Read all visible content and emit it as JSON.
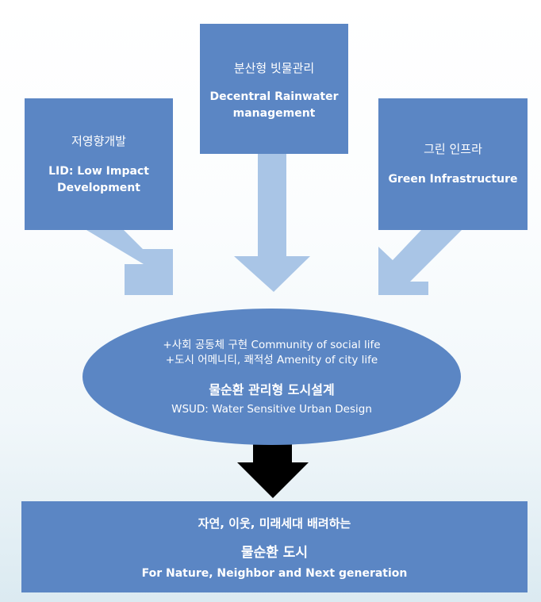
{
  "boxes": {
    "left": {
      "korean": "저영향개발",
      "english": "LID: Low Impact Development"
    },
    "center": {
      "korean": "분산형 빗물관리",
      "english": "Decentral Rainwater management"
    },
    "right": {
      "korean": "그린 인프라",
      "english": "Green Infrastructure"
    }
  },
  "ellipse": {
    "line1": "+사회 공동체 구현 Community of social life",
    "line2": "+도시 어메니티, 쾌적성 Amenity of city life",
    "title": "물순환 관리형 도시설계",
    "subtitle": "WSUD: Water Sensitive Urban Design"
  },
  "result": {
    "line1": "자연, 이웃, 미래세대 배려하는",
    "title": "물순환 도시",
    "subtitle": "For Nature, Neighbor and Next generation"
  },
  "colors": {
    "box": "#5b86c4",
    "light_arrow": "#a9c5e6",
    "down_arrow": "#000000"
  }
}
